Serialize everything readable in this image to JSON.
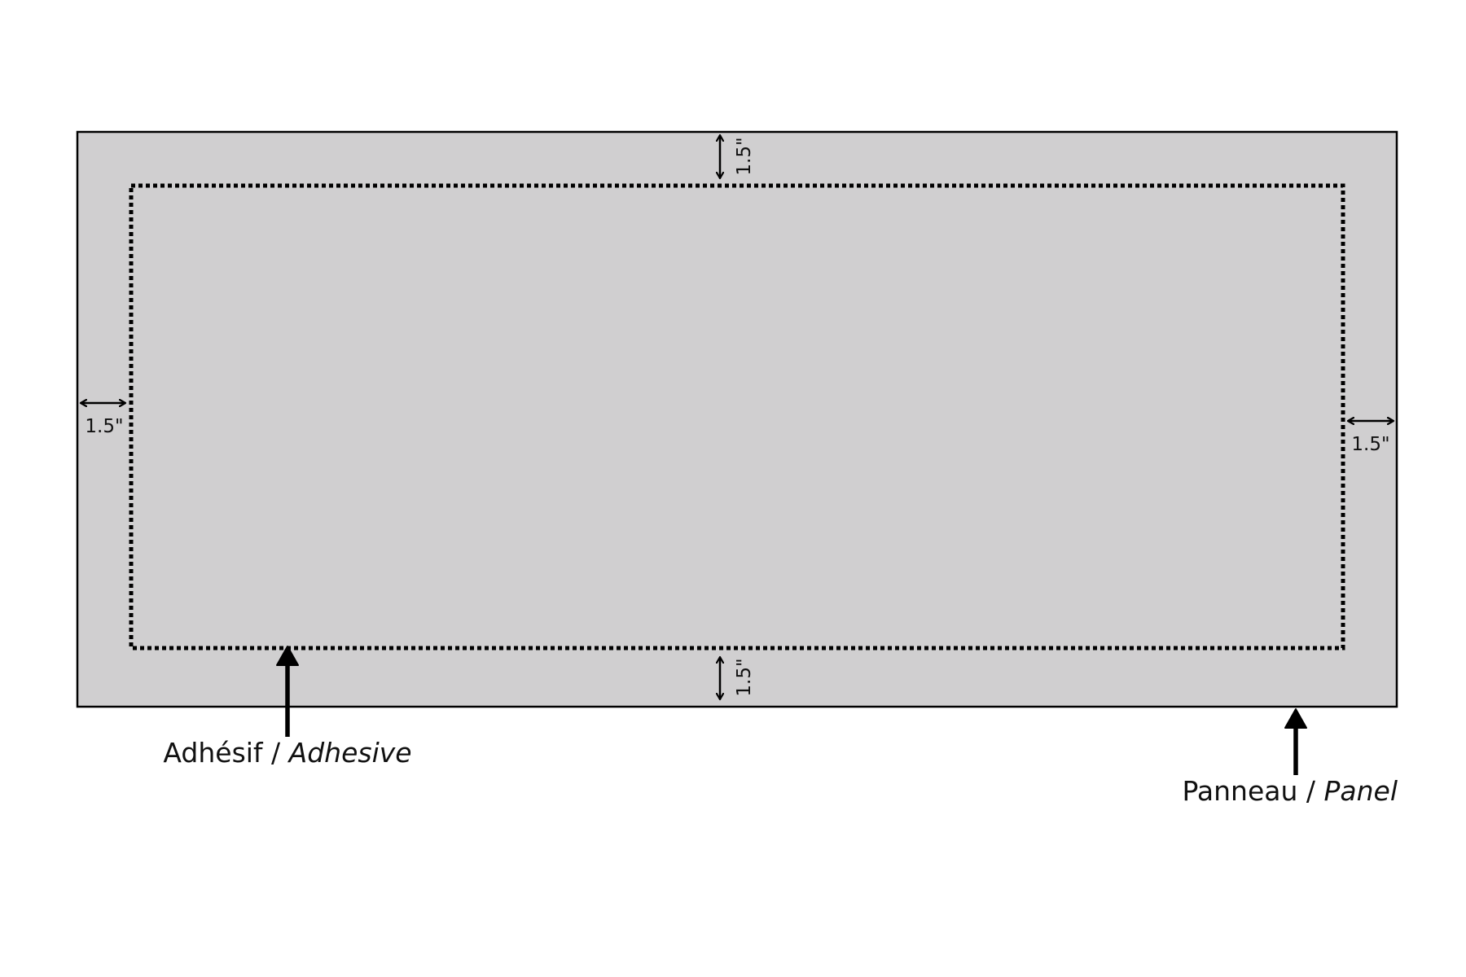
{
  "colors": {
    "panel_fill": "#d0cfd0",
    "outline": "#000000",
    "background": "#ffffff"
  },
  "dimensions": {
    "top": "1.5\"",
    "bottom": "1.5\"",
    "left": "1.5\"",
    "right": "1.5\""
  },
  "labels": {
    "adhesive_fr": "Adhésif / ",
    "adhesive_en": "Adhesive",
    "panel_fr": "Panneau / ",
    "panel_en": "Panel"
  }
}
